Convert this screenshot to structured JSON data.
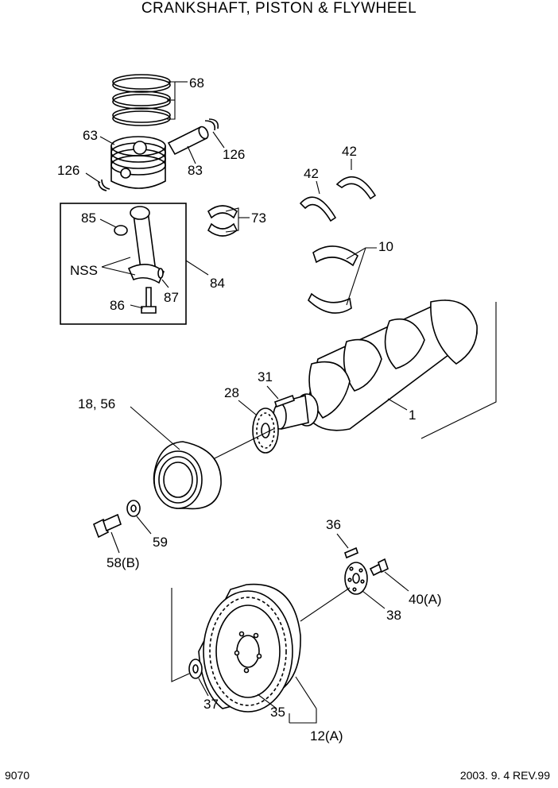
{
  "title": "CRANKSHAFT, PISTON & FLYWHEEL",
  "footer": {
    "page_code": "9070",
    "revision": "2003. 9. 4 REV.99"
  },
  "callouts": {
    "c68": "68",
    "c63": "63",
    "c126a": "126",
    "c83": "83",
    "c126b": "126",
    "c42a": "42",
    "c42b": "42",
    "c73": "73",
    "c85": "85",
    "cnss": "NSS",
    "c87": "87",
    "c84": "84",
    "c86": "86",
    "c10": "10",
    "c31": "31",
    "c28": "28",
    "c1856": "18, 56",
    "c1": "1",
    "c59": "59",
    "c58b": "58(B)",
    "c36": "36",
    "c40a": "40(A)",
    "c38": "38",
    "c37": "37",
    "c35": "35",
    "c12a": "12(A)"
  }
}
